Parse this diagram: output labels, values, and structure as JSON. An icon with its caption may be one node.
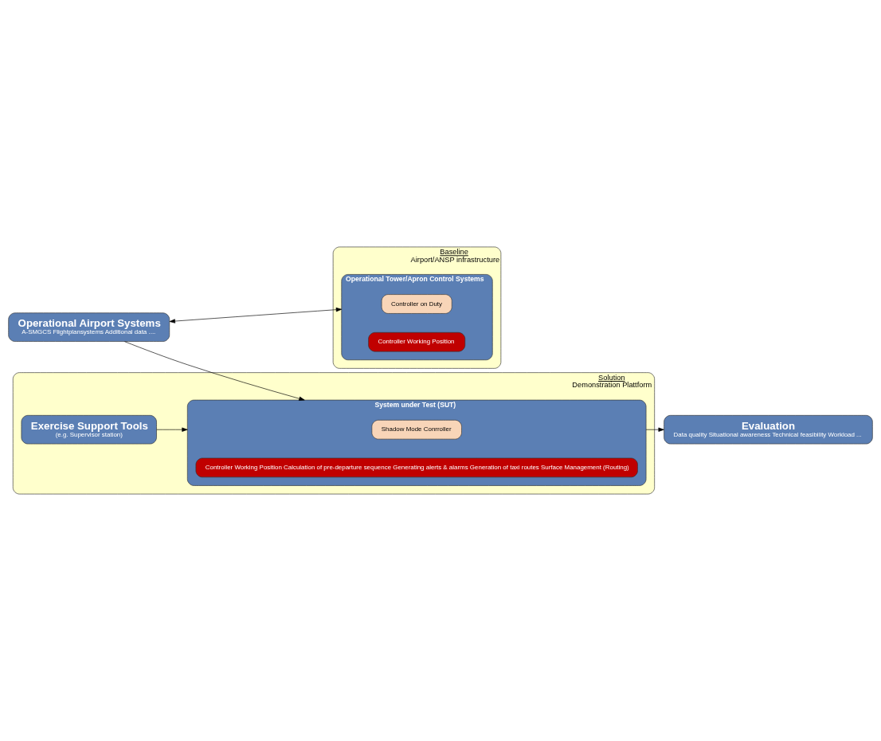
{
  "diagram": {
    "nodes": [
      {
        "text": [
          "Baseline",
          "Airport/ANSP infrastructure"
        ]
      },
      {
        "text": [
          "Operational Tower/Apron Control Systems"
        ],
        "in": 0
      },
      {
        "text": [
          "Controller on Duty"
        ],
        "in": 1
      },
      {
        "text": [
          "Controller Working Position"
        ],
        "in": 1
      },
      {
        "text": [
          "Operational Airport Systems",
          "A-SMGCS Flightplansystems Additional data ...."
        ]
      },
      {
        "text": [
          "Solution",
          "Demonstration Plattform"
        ]
      },
      {
        "text": [
          "System under Test (SUT)"
        ],
        "in": 5
      },
      {
        "text": [
          "Shadow Mode Conrroller"
        ],
        "in": 6
      },
      {
        "text": [
          "Controller Working Position Calculation of pre-departure sequence Generating alerts & alarms Generation of taxi routes Surface Management (Routing)"
        ],
        "in": 6
      },
      {
        "text": [
          "Exercise Support Tools",
          "(e.g. Supervisor station)"
        ],
        "in": 5
      },
      {
        "text": [
          "Evaluation",
          "Data quality Situational awareness Technical feasibility Workload ..."
        ]
      }
    ],
    "edges": [
      {
        "from": 4,
        "to": 1,
        "arrow": "both"
      },
      {
        "from": 4,
        "to": 6,
        "arrow": "to"
      },
      {
        "from": 6,
        "to": 10,
        "arrow": "to"
      },
      {
        "from": 9,
        "to": 6,
        "arrow": "to"
      }
    ]
  }
}
